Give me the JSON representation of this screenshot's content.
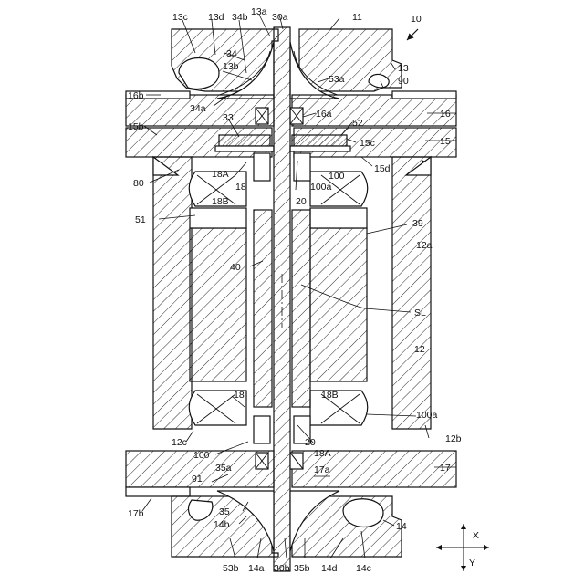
{
  "labels": {
    "n10": "10",
    "n11": "11",
    "n13": "13",
    "n13a": "13a",
    "n13b": "13b",
    "n13c": "13c",
    "n13d": "13d",
    "n30a": "30a",
    "n34": "34",
    "n34a": "34a",
    "n34b": "34b",
    "n53a": "53a",
    "n90": "90",
    "n16": "16",
    "n16a": "16a",
    "n16b": "16b",
    "n33": "33",
    "n52": "52",
    "n15": "15",
    "n15b": "15b",
    "n15c": "15c",
    "n15d": "15d",
    "n18A_top": "18A",
    "n18_top": "18",
    "n18B_top": "18B",
    "n80": "80",
    "n100_top": "100",
    "n100a_top": "100a",
    "n20_top": "20",
    "n51": "51",
    "n39": "39",
    "n12a": "12a",
    "n40": "40",
    "nSL": "SL",
    "n12": "12",
    "n18_bot": "18",
    "n18B_bot": "18B",
    "n100a_bot": "100a",
    "n12c": "12c",
    "n12b": "12b",
    "n100_bot": "100",
    "n20_bot": "20",
    "n18A_bot": "18A",
    "n17": "17",
    "n17a": "17a",
    "n17b": "17b",
    "n35a": "35a",
    "n91": "91",
    "n35": "35",
    "n14b": "14b",
    "n14": "14",
    "n53b": "53b",
    "n14a": "14a",
    "n30b": "30b",
    "n35b": "35b",
    "n14d": "14d",
    "n14c": "14c",
    "axis_x": "X",
    "axis_y": "Y"
  }
}
